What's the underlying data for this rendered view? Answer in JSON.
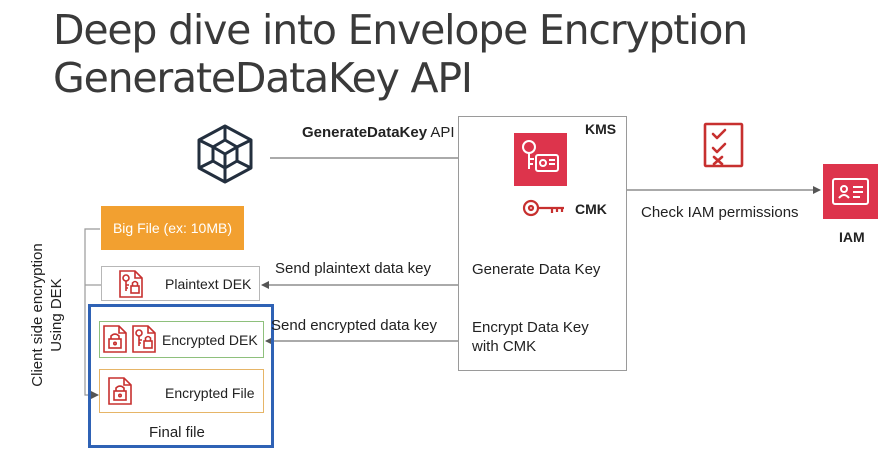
{
  "slide": {
    "title_line1": "Deep dive into Envelope Encryption",
    "title_line2": "GenerateDataKey API"
  },
  "api_call": {
    "bold": "GenerateDataKey",
    "suffix": " API"
  },
  "kms": {
    "label": "KMS",
    "cmk_label": "CMK",
    "step1": "Generate Data Key",
    "step2_line1": "Encrypt Data Key",
    "step2_line2": "with CMK"
  },
  "iam": {
    "label": "IAM",
    "check_label": "Check IAM permissions"
  },
  "client": {
    "side_label_line1": "Client side encryption",
    "side_label_line2": "Using DEK",
    "big_file": "Big File (ex: 10MB)",
    "plaintext_dek": "Plaintext DEK",
    "encrypted_dek": "Encrypted DEK",
    "encrypted_file": "Encrypted File",
    "final_file": "Final file"
  },
  "arrows": {
    "send_plaintext": "Send plaintext data key",
    "send_encrypted": "Send encrypted data key"
  },
  "colors": {
    "aws_red": "#dd344c",
    "aws_orange": "#f2a030",
    "final_file_border": "#2f62b5",
    "encrypted_dek_border": "#8ec07c",
    "encrypted_file_border": "#e6b567"
  },
  "icons": [
    "client-cube-icon",
    "kms-key-icon",
    "cmk-key-icon",
    "iam-permissions-checklist-icon",
    "iam-id-card-icon",
    "plaintext-key-doc-icon",
    "encrypted-lock-doc-icon",
    "encrypted-key-doc-icon",
    "encrypted-file-lock-icon"
  ]
}
